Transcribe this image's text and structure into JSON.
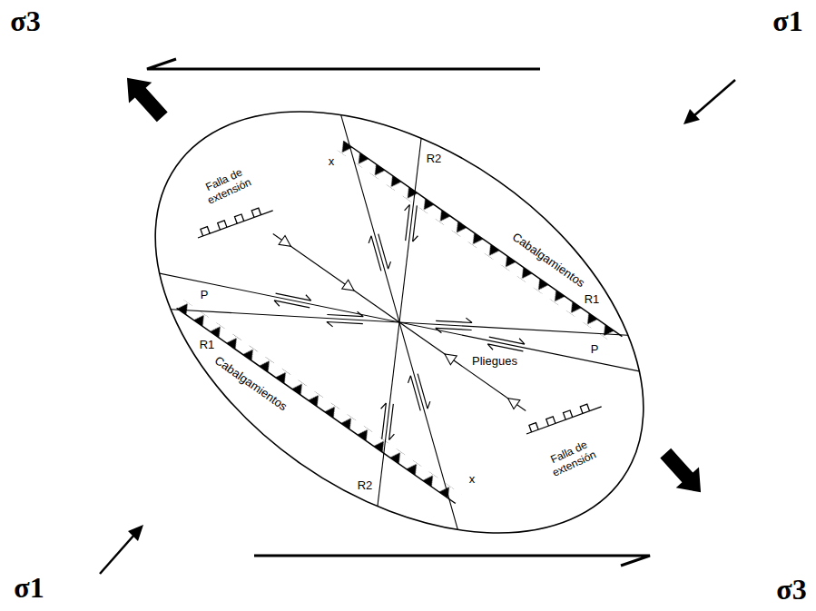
{
  "diagram": {
    "labels": [
      "σ3",
      "σ1",
      "Falla de extensión",
      "x",
      "R2",
      "Cabalgamientos",
      "R1",
      "P",
      "P",
      "Pliegues",
      "R1",
      "Cabalgamientos",
      "Falla de extensión",
      "x",
      "R2",
      "σ1",
      "σ3"
    ]
  }
}
